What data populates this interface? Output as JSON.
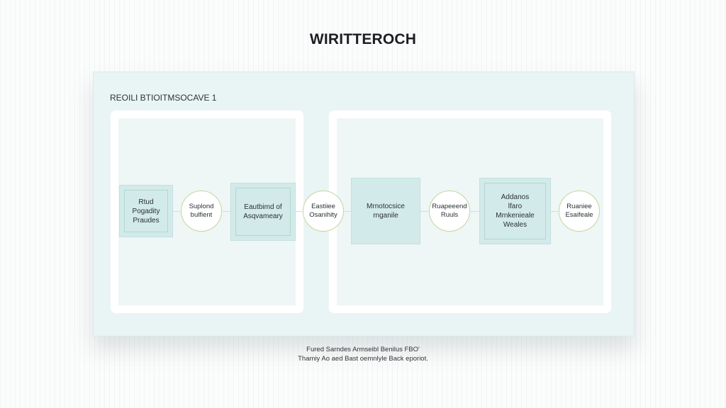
{
  "title": "WIRITTEROCH",
  "panel_label": "REOILI BTIOITMSOCAVE 1",
  "nodes": [
    {
      "shape": "box",
      "label": "Rtud\nPogadity\nPraudes"
    },
    {
      "shape": "circle",
      "label": "Suplond\nbulfient"
    },
    {
      "shape": "box",
      "label": "Eautbimd of\nAsqvameary"
    },
    {
      "shape": "circle",
      "label": "Eastiiee\nOsanihity"
    },
    {
      "shape": "box",
      "label": "Mrnotocsice\nrnganile"
    },
    {
      "shape": "circle",
      "label": "Ruapeeend\nRuuls"
    },
    {
      "shape": "box",
      "label": "Addanos\nlfaro\nMrnkenieale\nWeales"
    },
    {
      "shape": "circle",
      "label": "Ruaniee\nEsaifeale"
    }
  ],
  "caption": {
    "line1": "Fured Sarndes Armseibl Benilus FBO'",
    "line2": "Thamiy Ao aed Bast oemnlyle Back eporiot."
  },
  "colors": {
    "panel": "#e9f4f4",
    "box_fill": "#d3eaea",
    "box_border": "#b3d7cd",
    "circle_border": "#c4d69e",
    "connector": "#cfe0d8"
  }
}
